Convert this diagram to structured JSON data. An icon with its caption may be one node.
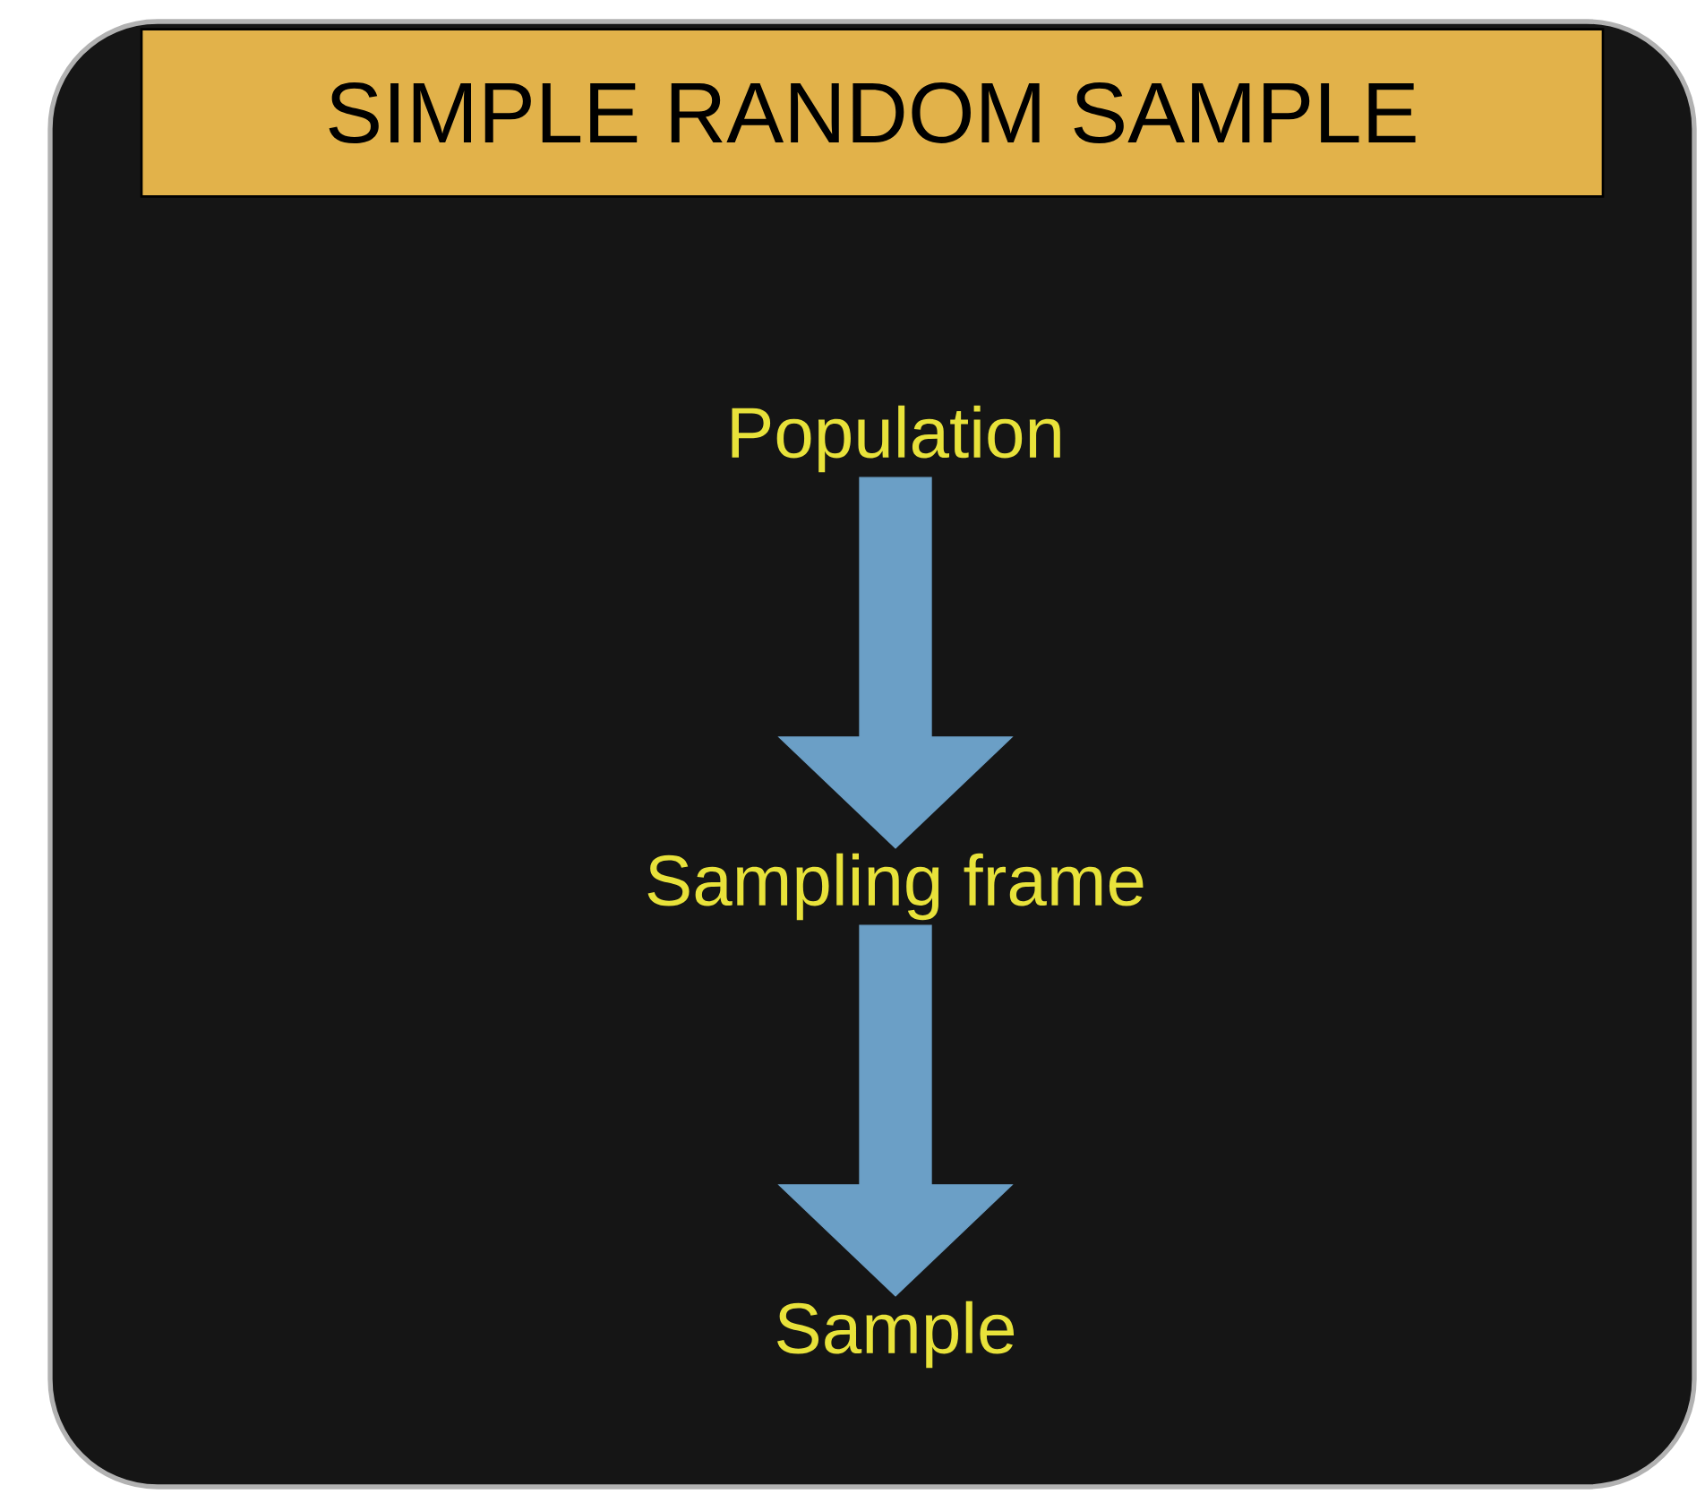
{
  "diagram": {
    "title": "SIMPLE RANDOM SAMPLE",
    "nodes": [
      {
        "text": [
          "Population"
        ]
      },
      {
        "text": [
          "Sampling frame"
        ]
      },
      {
        "text": [
          "Sample"
        ]
      }
    ],
    "edges": [
      {
        "from": 0,
        "to": 1,
        "arrow": "to"
      },
      {
        "from": 1,
        "to": 2,
        "arrow": "to"
      }
    ]
  }
}
